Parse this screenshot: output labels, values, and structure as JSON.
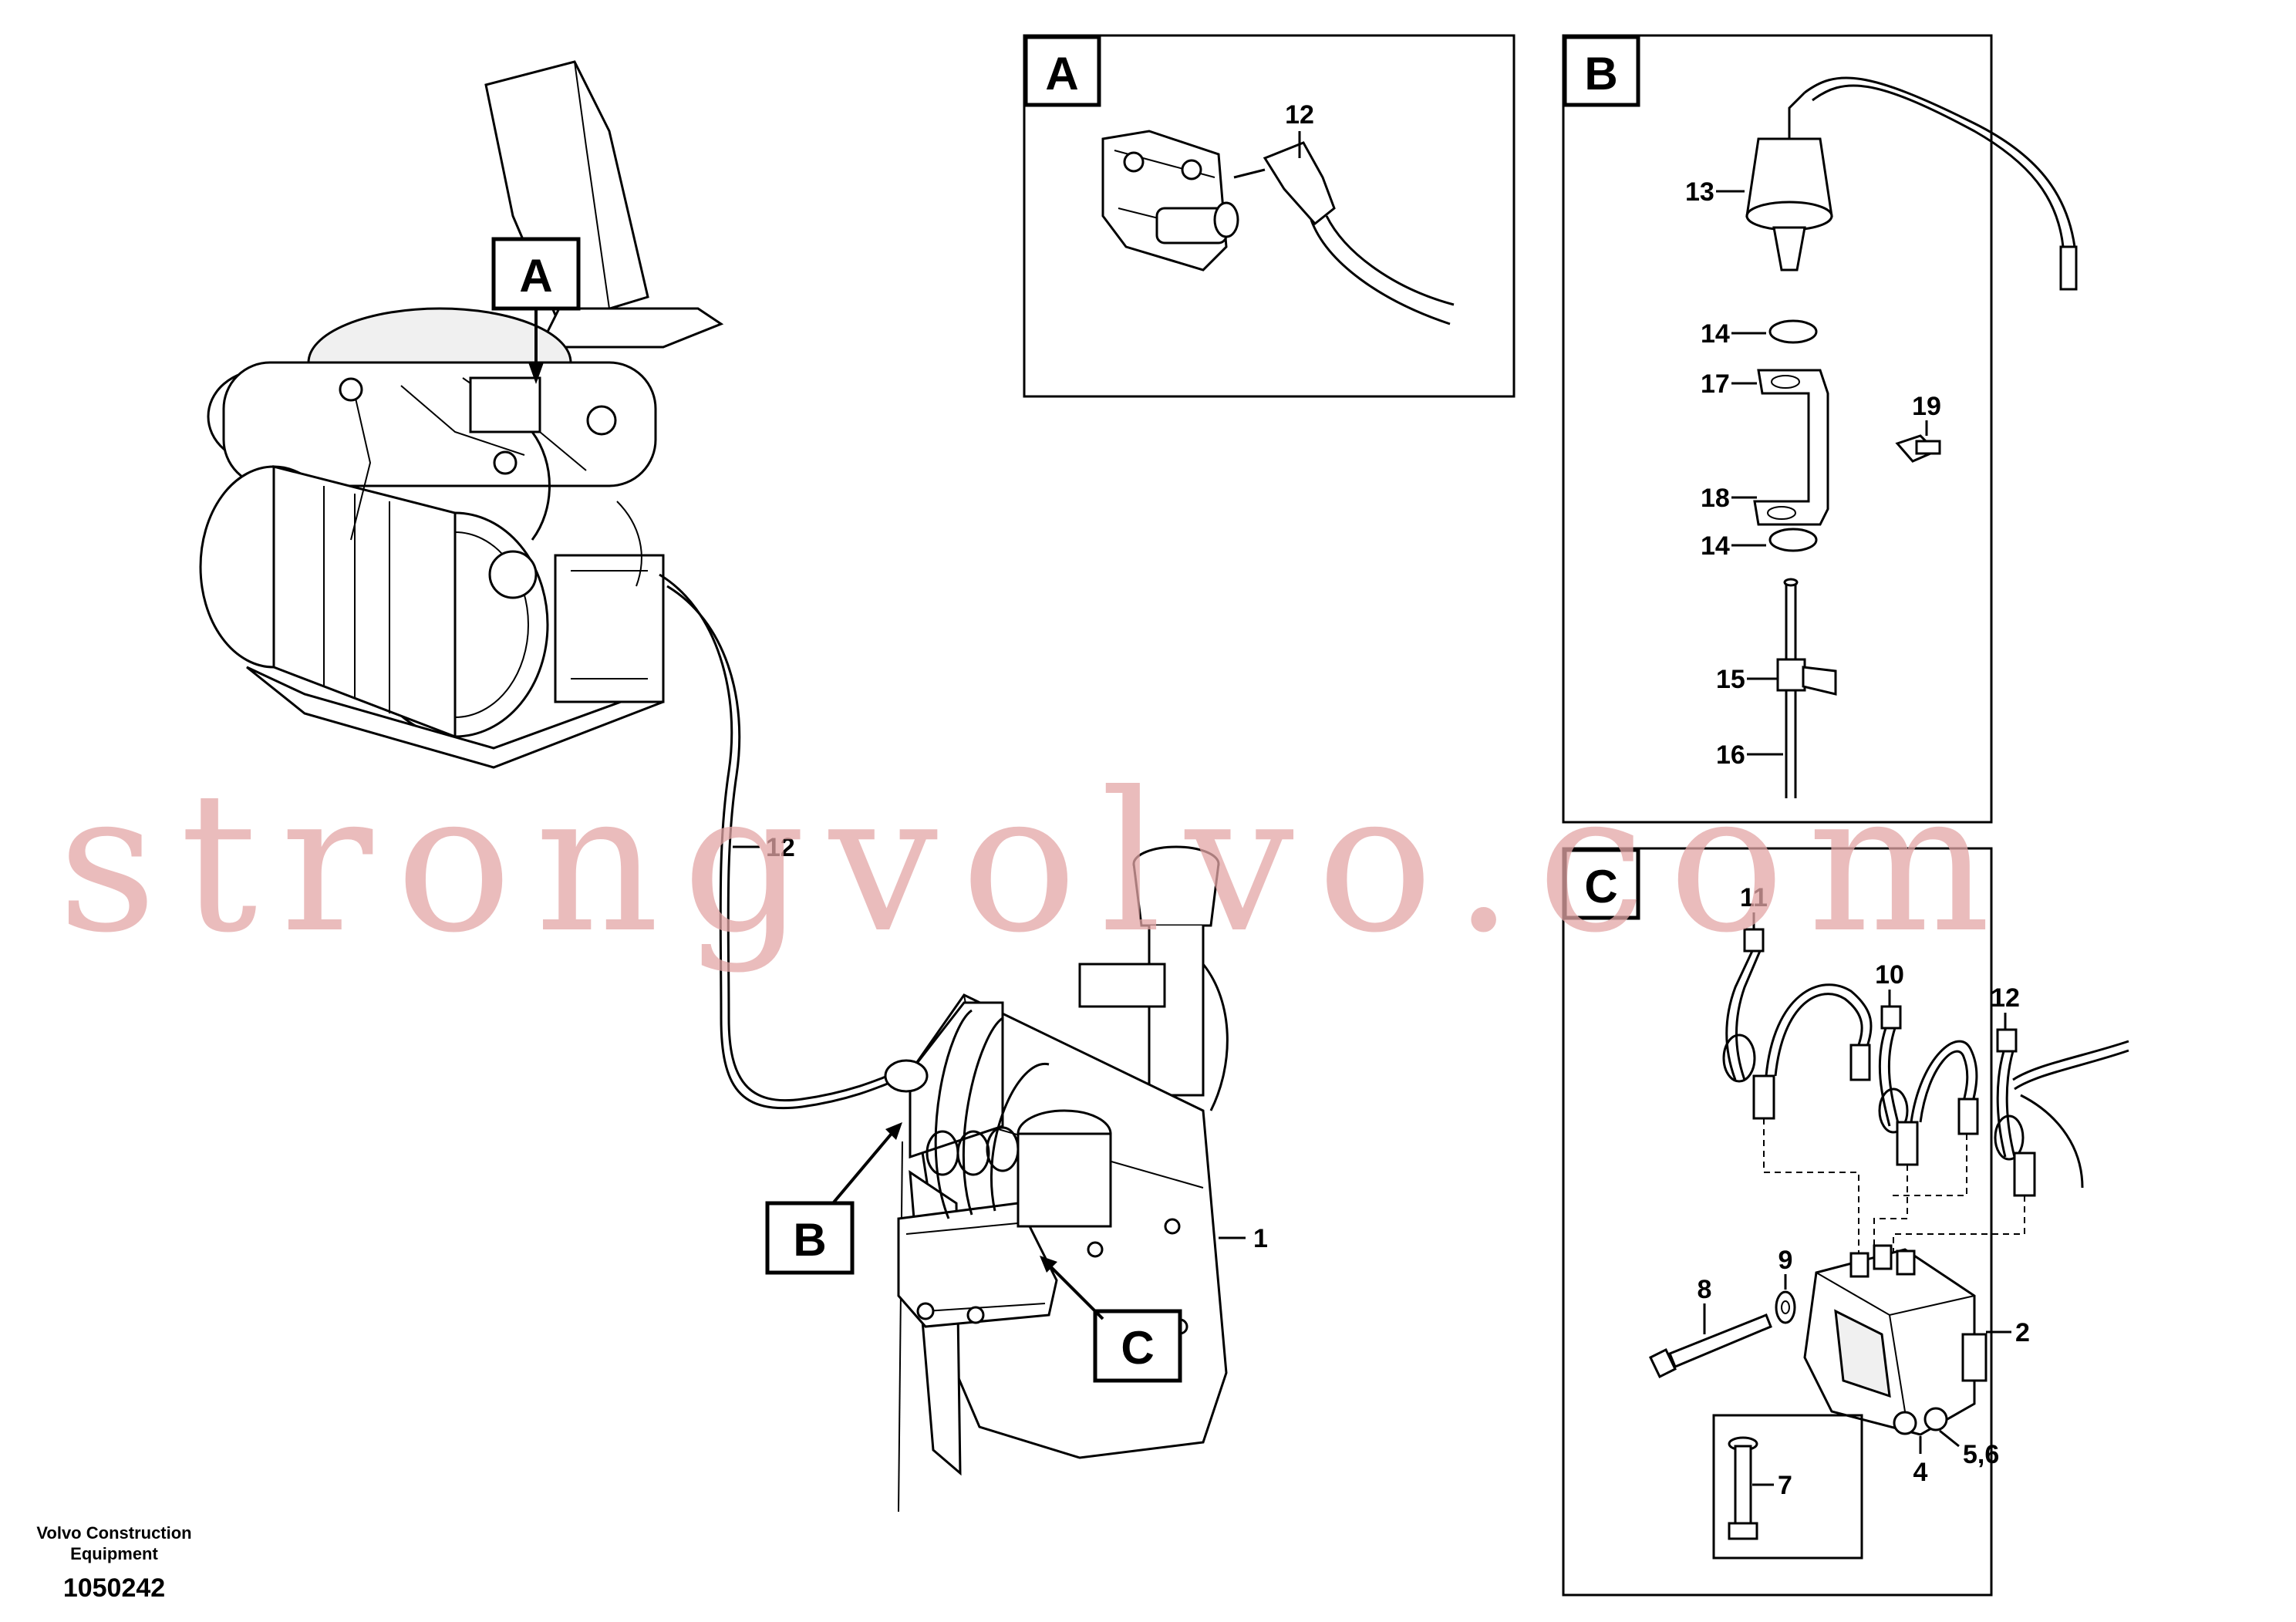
{
  "views": {
    "A": {
      "letter": "A",
      "callouts": [
        "12"
      ]
    },
    "B": {
      "letter": "B",
      "callouts": [
        "13",
        "14",
        "17",
        "19",
        "18",
        "14",
        "15",
        "16"
      ]
    },
    "C": {
      "letter": "C",
      "callouts": [
        "11",
        "10",
        "12",
        "9",
        "8",
        "2",
        "5,6",
        "4",
        "7"
      ]
    }
  },
  "main": {
    "markers": [
      "A",
      "B",
      "C"
    ],
    "callouts": [
      "12",
      "1"
    ]
  },
  "footer": {
    "company_line1": "Volvo Construction",
    "company_line2": "Equipment",
    "drawing_number": "1050242"
  },
  "watermark": "strongvolvo.com"
}
